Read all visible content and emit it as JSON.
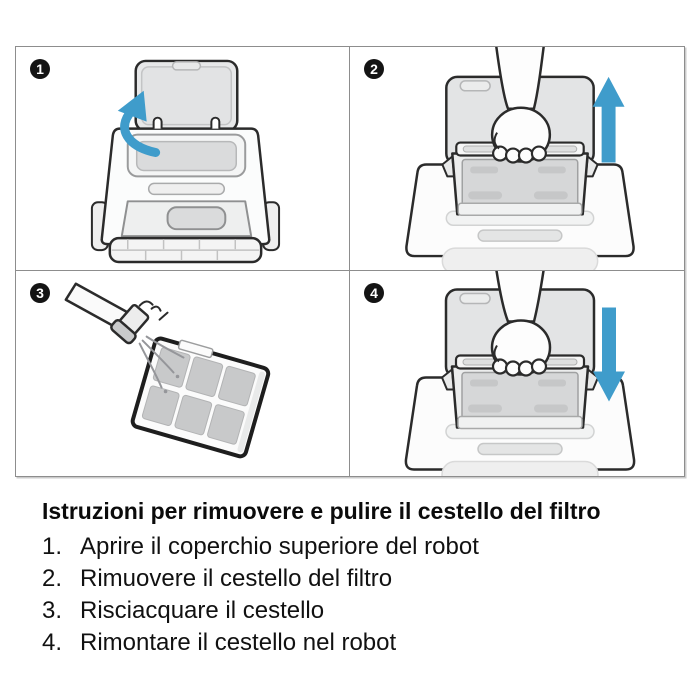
{
  "panels": [
    {
      "step_number": "1",
      "illustration": "robot-with-open-top-lid",
      "arrow": "curved-open-arrow"
    },
    {
      "step_number": "2",
      "illustration": "hand-lifting-filter-basket",
      "arrow": "up"
    },
    {
      "step_number": "3",
      "illustration": "hose-rinsing-filter-basket",
      "arrow": "none"
    },
    {
      "step_number": "4",
      "illustration": "hand-inserting-filter-basket",
      "arrow": "down"
    }
  ],
  "instructions": {
    "title": "Istruzioni per rimuovere e pulire il cestello del filtro",
    "items": [
      {
        "number": "1.",
        "text": "Aprire il coperchio superiore del robot"
      },
      {
        "number": "2.",
        "text": "Rimuovere il cestello del filtro"
      },
      {
        "number": "3.",
        "text": "Risciacquare il cestello"
      },
      {
        "number": "4.",
        "text": "Rimontare il cestello nel robot"
      }
    ]
  },
  "colors": {
    "arrow_blue": "#3F9CCB",
    "outline_dark": "#2b2b2b",
    "panel_border_gray": "#8d8d8d",
    "lid_gray": "#E5E6E7",
    "basket_gray": "#D6D7D8",
    "background": "#ffffff"
  }
}
